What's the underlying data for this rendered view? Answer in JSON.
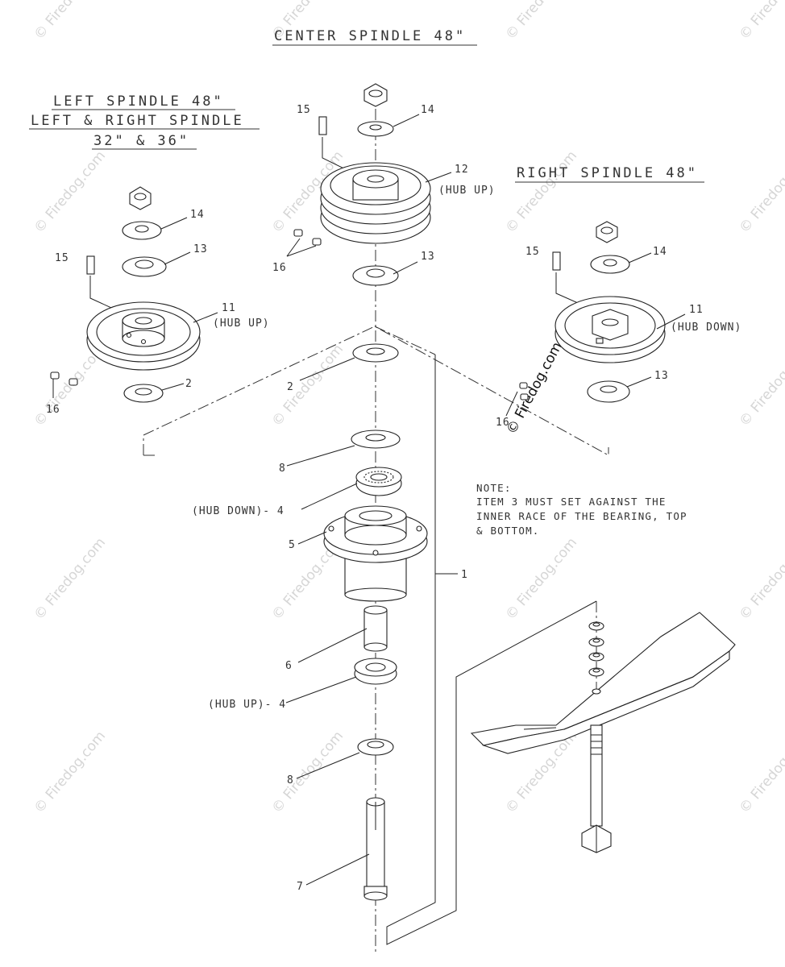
{
  "titles": {
    "center": "CENTER SPINDLE 48\"",
    "left_line1": "LEFT SPINDLE 48\"",
    "left_line2": "LEFT & RIGHT SPINDLE",
    "left_line3": "32\" & 36\"",
    "right": "RIGHT SPINDLE 48\""
  },
  "note": {
    "heading": "NOTE:",
    "line1": "ITEM 3 MUST SET AGAINST THE",
    "line2": "INNER RACE OF THE BEARING, TOP",
    "line3": "& BOTTOM."
  },
  "callouts": {
    "c15": "15",
    "c14": "14",
    "c12": "12",
    "c12_hub": "(HUB UP)",
    "c16": "16",
    "c13": "13",
    "l14": "14",
    "l15": "15",
    "l13": "13",
    "l11": "11",
    "l11_hub": "(HUB UP)",
    "l2": "2",
    "l16": "16",
    "r15": "15",
    "r14": "14",
    "r11": "11",
    "r11_hub": "(HUB DOWN)",
    "r13": "13",
    "r16": "16",
    "s2": "2",
    "s8a": "8",
    "s4a": "(HUB DOWN)- 4",
    "s5": "5",
    "s1": "1",
    "s6": "6",
    "s4b": "(HUB UP)- 4",
    "s8b": "8",
    "s7": "7"
  },
  "watermark": {
    "text": "© Firedog.com"
  }
}
